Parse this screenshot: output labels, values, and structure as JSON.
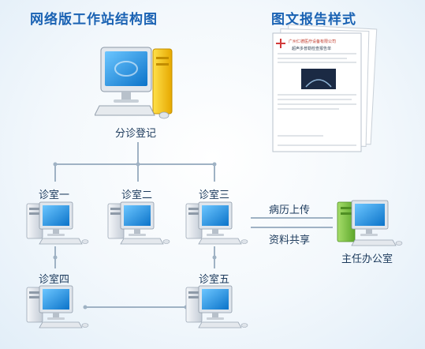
{
  "titles": {
    "left": "网络版工作站结构图",
    "right": "图文报告样式"
  },
  "nodes": {
    "registration": "分诊登记",
    "room1": "诊室一",
    "room2": "诊室二",
    "room3": "诊室三",
    "room4": "诊室四",
    "room5": "诊室五",
    "director": "主任办公室"
  },
  "links": {
    "upload": "病历上传",
    "share": "资料共享"
  },
  "report": {
    "hospital_name": "广州仁德医疗设备有限公司",
    "report_title": "超声多普勒检查报告单"
  },
  "colors": {
    "title": "#1a62b3",
    "connector": "#9fb2c4",
    "screen": "#1f8fe0",
    "accent_yellow": "#f2c200",
    "accent_green": "#7dc242"
  }
}
